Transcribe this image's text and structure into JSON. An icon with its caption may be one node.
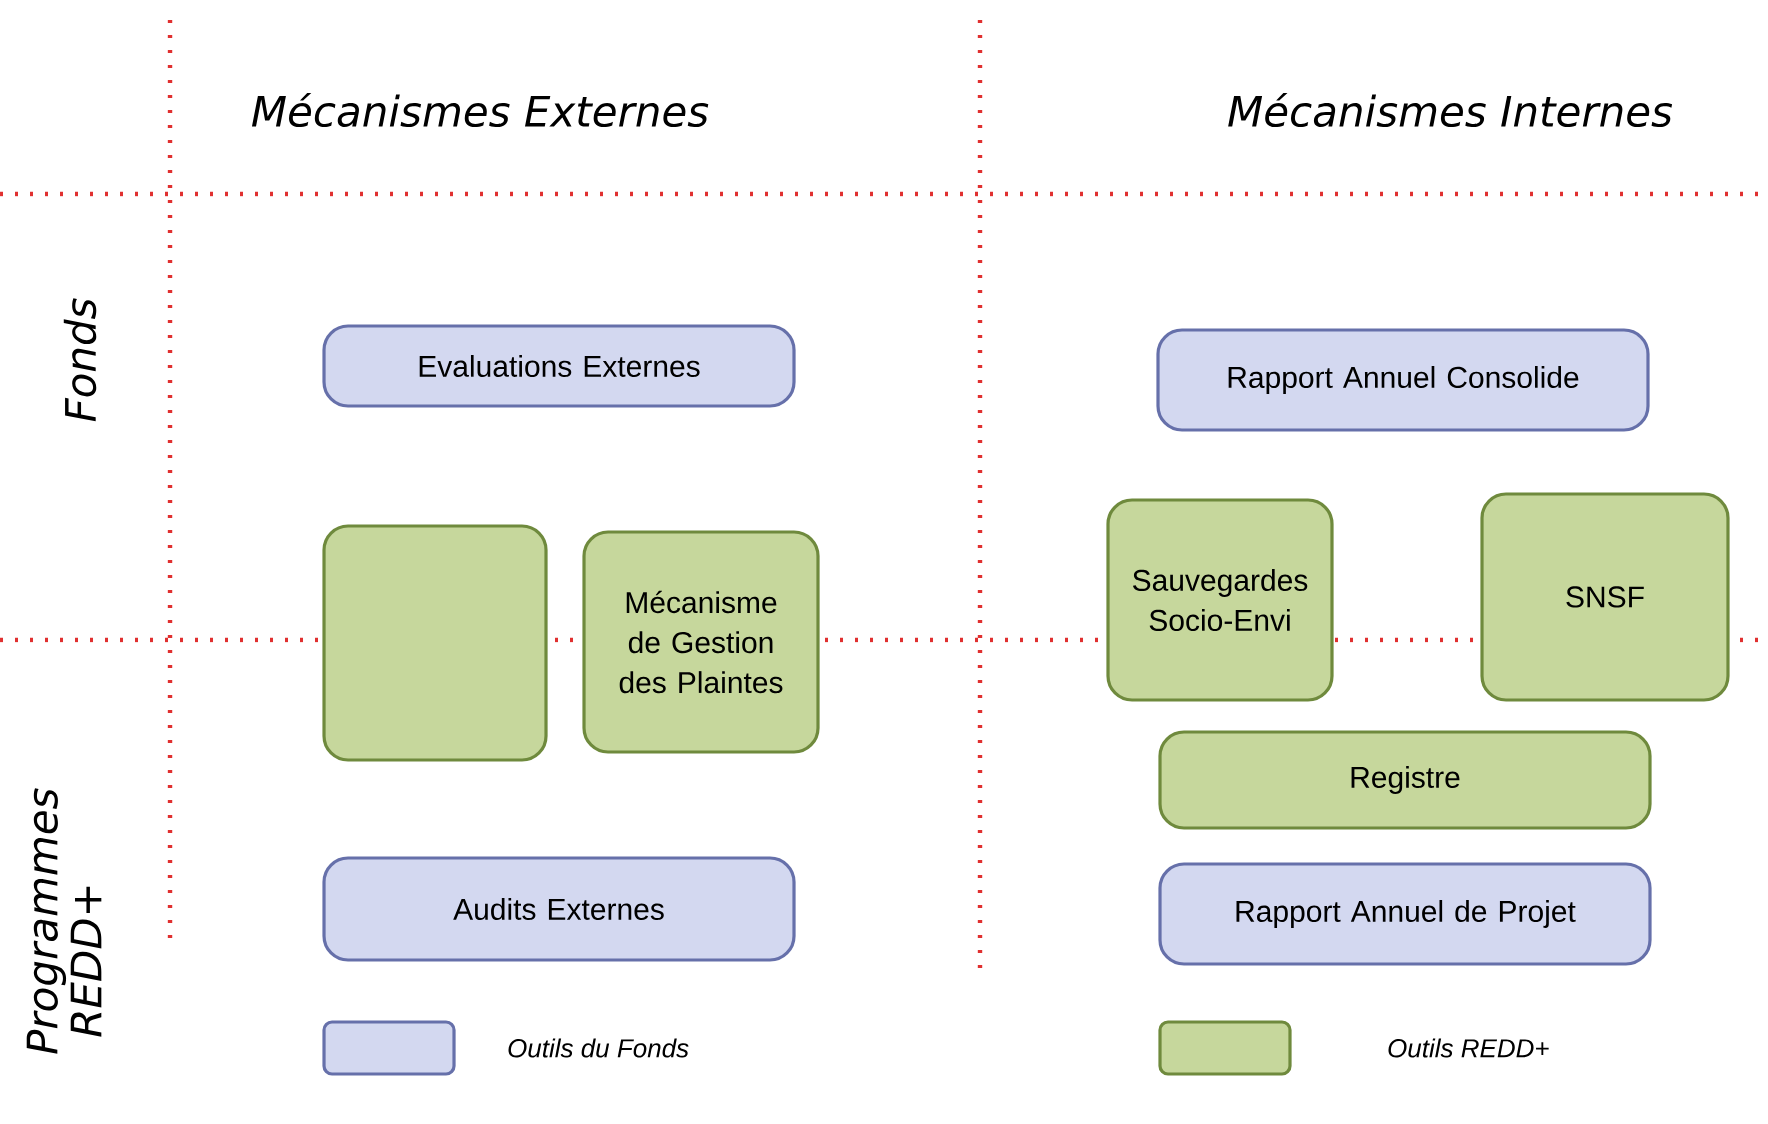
{
  "diagram": {
    "nodes": [
      {
        "text": [
          "Evaluations Externes"
        ]
      },
      {
        "text": [
          "Rapport Annuel Consolide"
        ]
      },
      {
        "text": [],
        "shape": "box"
      },
      {
        "text": [
          "Mécanisme de Gestion des Plaintes"
        ]
      },
      {
        "text": [
          "Sauvegardes Socio-Envi"
        ]
      },
      {
        "text": [
          "SNSF"
        ]
      },
      {
        "text": [
          "Registre"
        ]
      },
      {
        "text": [
          "Audits Externes"
        ]
      },
      {
        "text": [
          "Rapport Annuel de Projet"
        ]
      }
    ],
    "labels": [
      "Mécanismes Externes",
      "Mécanismes Internes",
      "Fonds",
      "Programmes REDD+"
    ],
    "legend": [
      {
        "text": "Outils du Fonds",
        "color": "#d3d8f0"
      },
      {
        "text": "Outils REDD+",
        "color": "#c6d79c"
      }
    ]
  }
}
